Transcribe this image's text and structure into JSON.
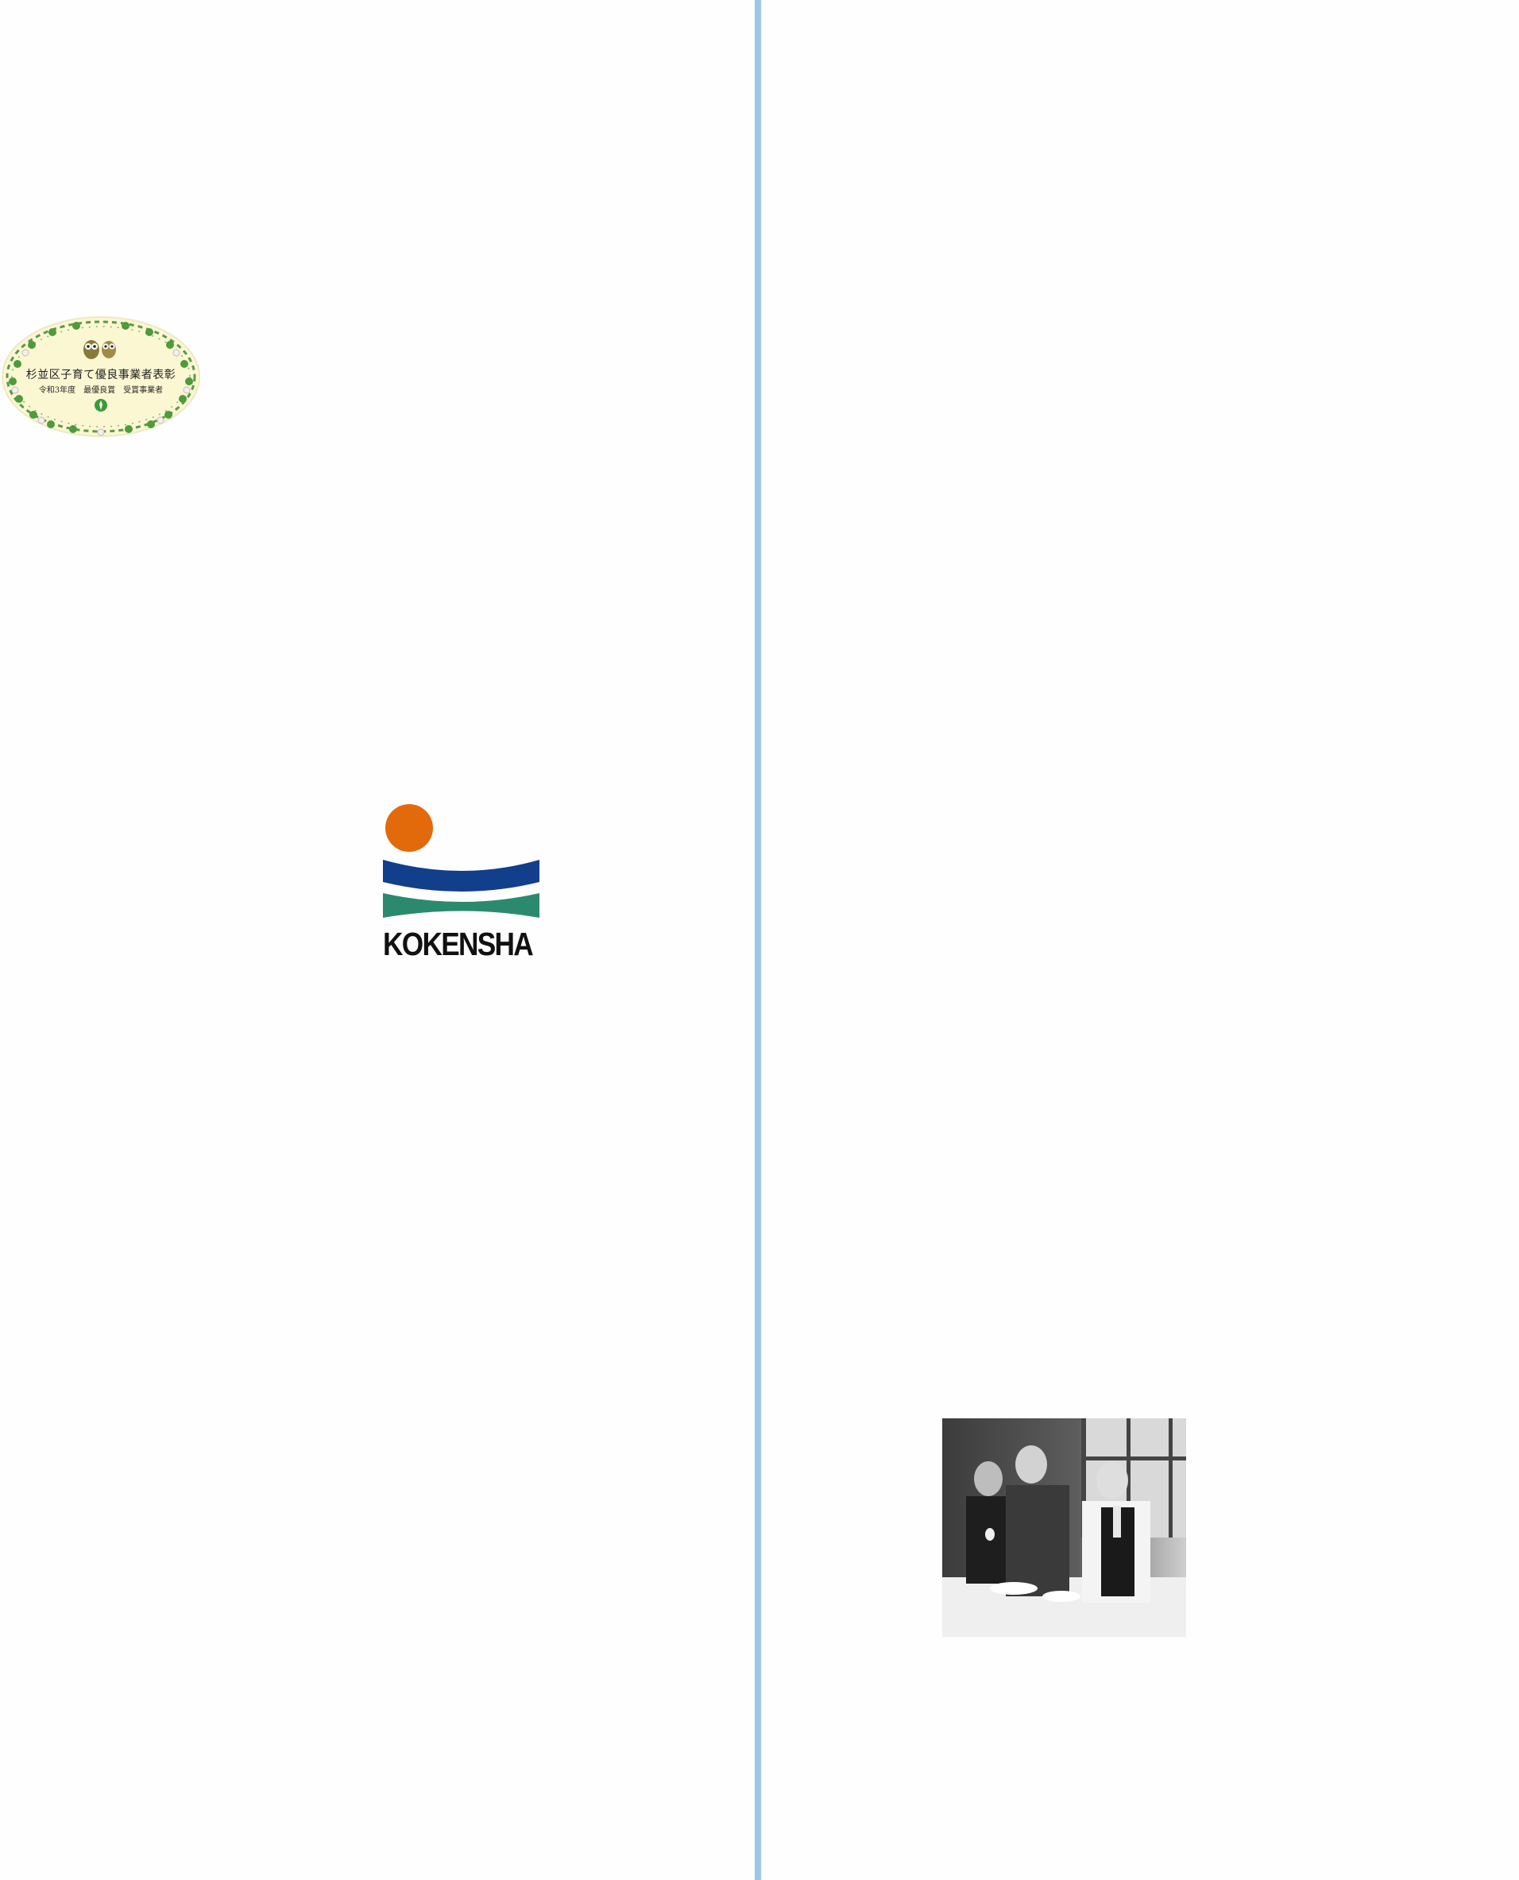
{
  "award": {
    "title": "杉並区子育て優良事業者表彰",
    "subtitle": "令和3年度　最優良賞　受賞事業者"
  },
  "logo": {
    "wordmark": "KOKENSHA",
    "colors": {
      "sun": "#e36a0a",
      "navy_band": "#123f8c",
      "green_band": "#2b8a6e"
    }
  },
  "photo": {
    "description_icon": "historical-photo"
  },
  "divider": {
    "color": "#9dc6e6"
  }
}
